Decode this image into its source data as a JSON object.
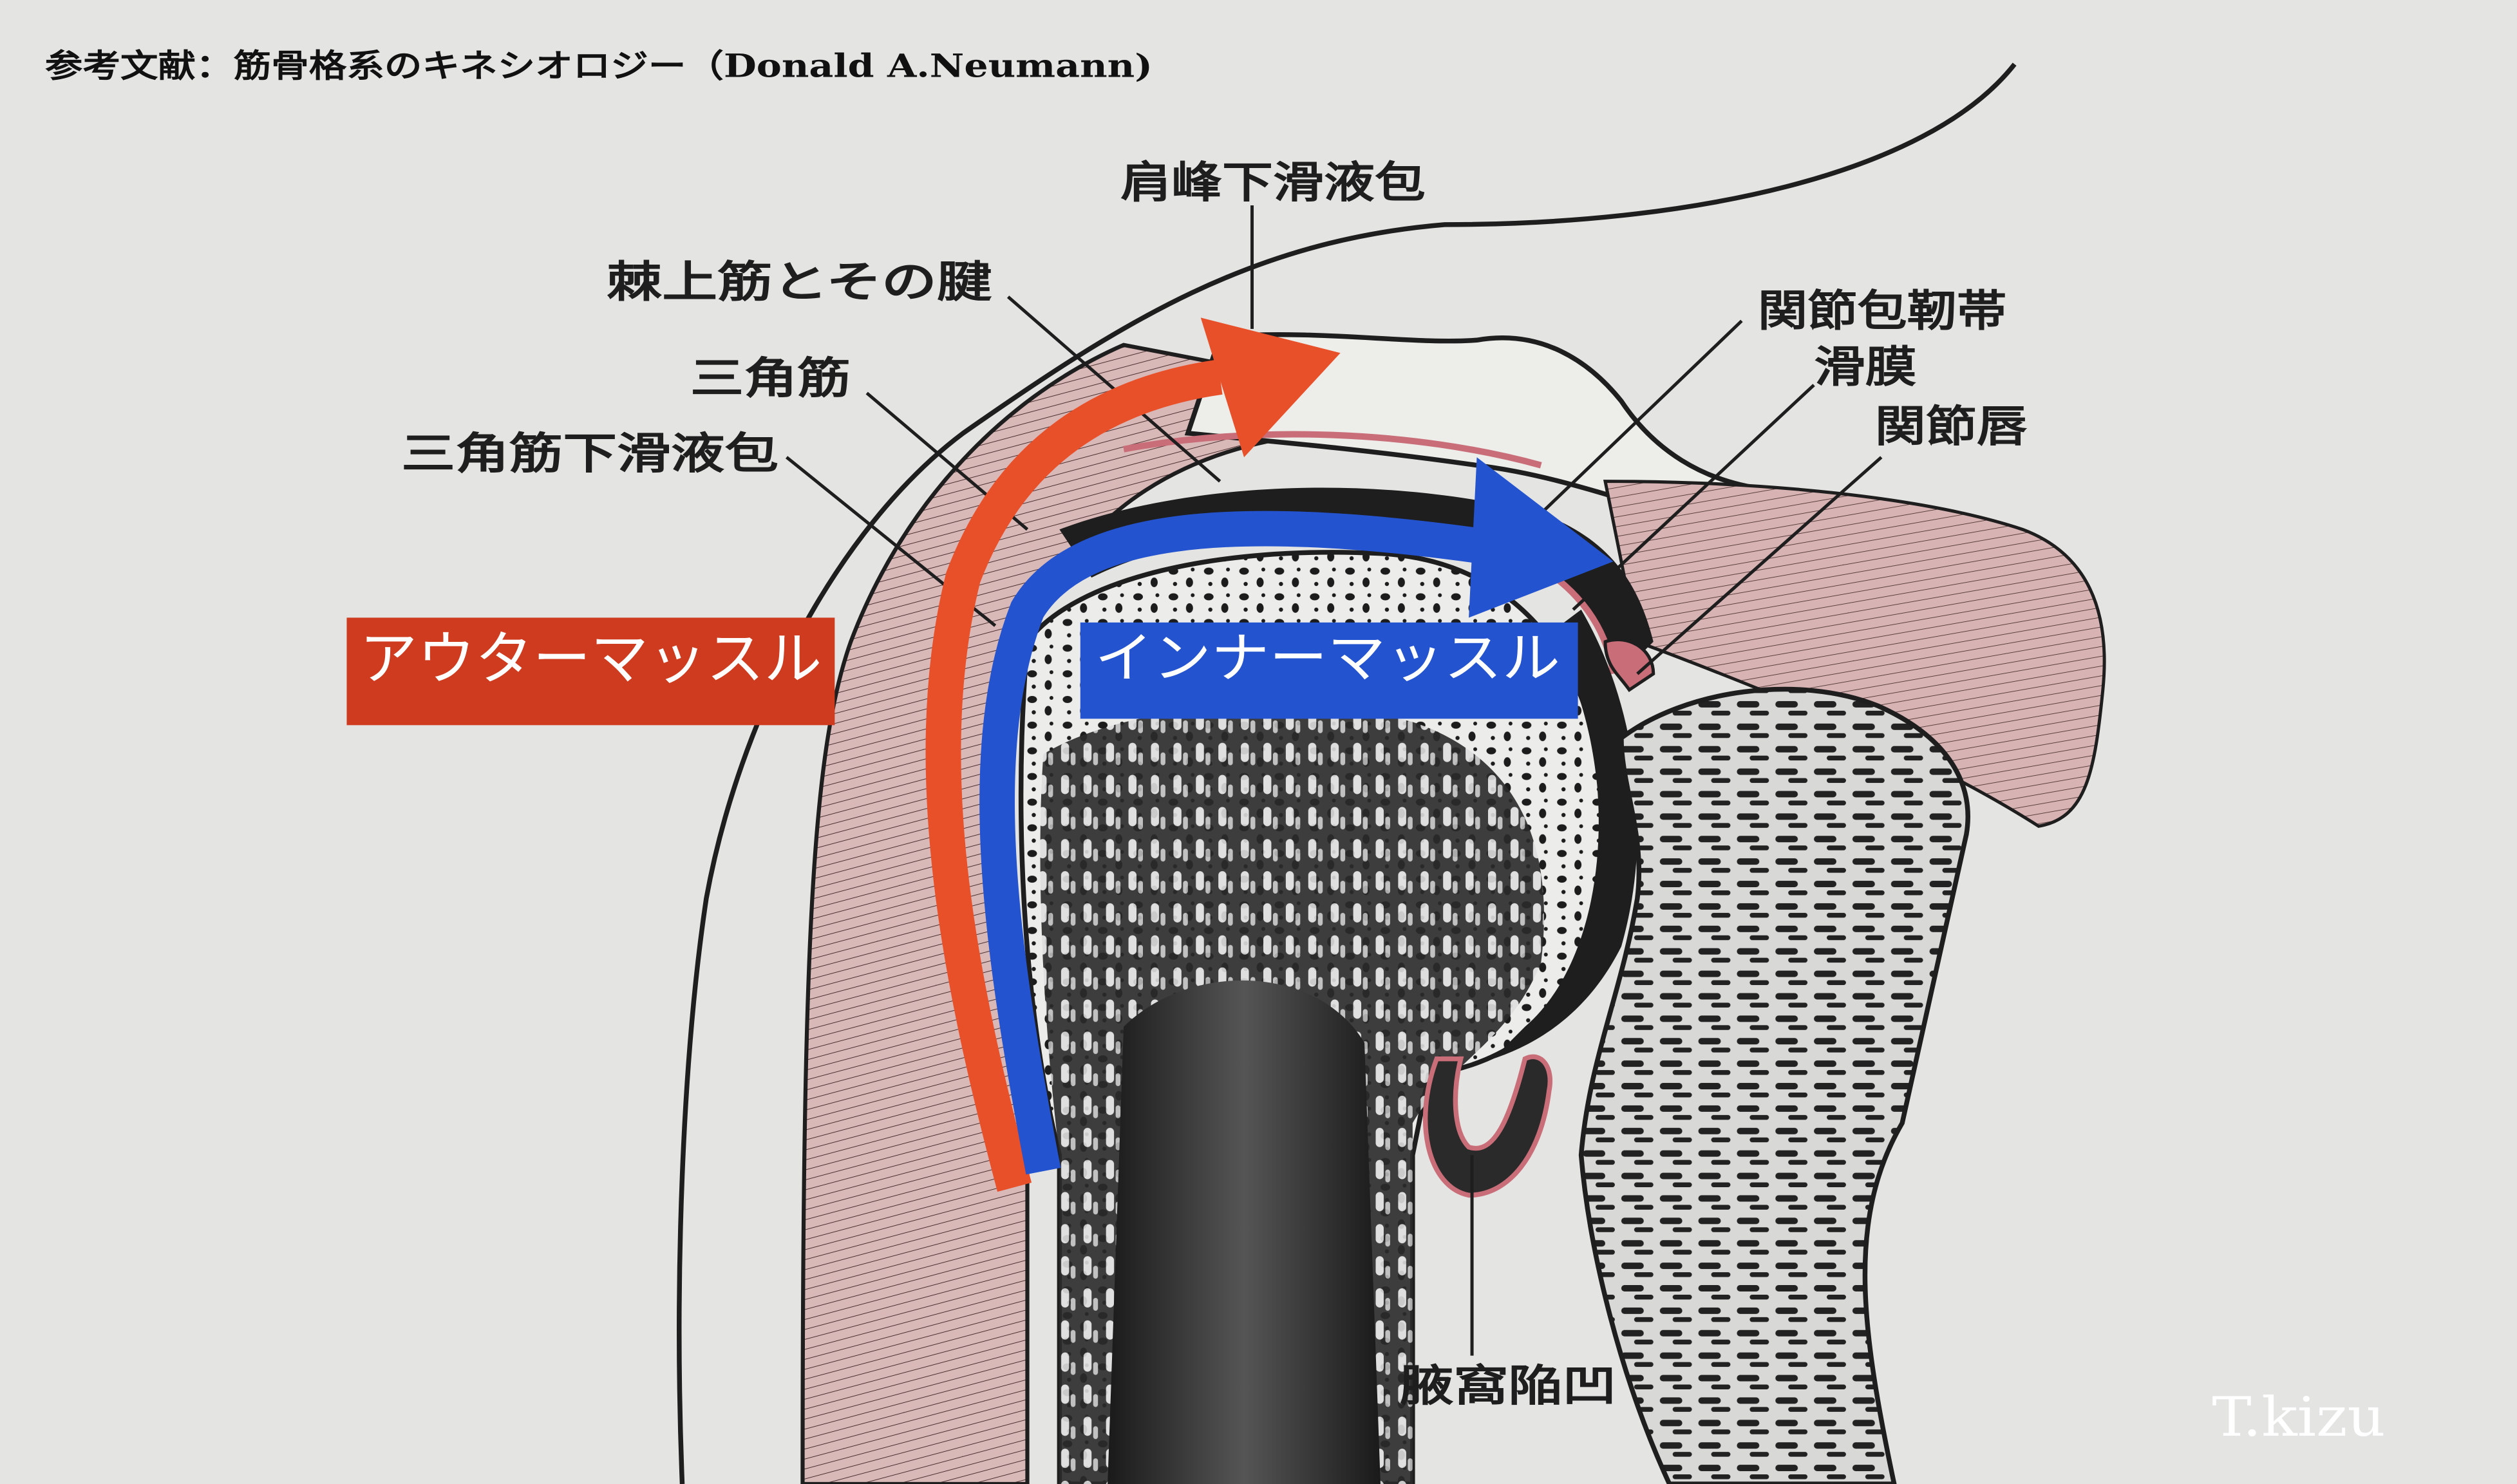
{
  "reference": "参考文献：筋骨格系のキネシオロジー（Donald A.Neumann)",
  "watermark": "T.kizu",
  "labels": {
    "subacromial_bursa": "肩峰下滑液包",
    "supraspinatus": "棘上筋とその腱",
    "deltoid": "三角筋",
    "subdeltoid_bursa": "三角筋下滑液包",
    "capsular_ligament": "関節包靭帯",
    "synovial_membrane": "滑膜",
    "glenoid_labrum": "関節唇",
    "axillary_recess": "腋窩陥凹"
  },
  "annotations": {
    "outer_muscle": {
      "text": "アウターマッスル",
      "color": "#CF3B1F",
      "arrow_color": "#E8502A"
    },
    "inner_muscle": {
      "text": "インナーマッスル",
      "color": "#2353CE",
      "arrow_color": "#2353CE"
    }
  },
  "colors": {
    "paper": "#E4E4E2",
    "muscle_pink": "#D9B8B8",
    "synovium_red": "#C96E78",
    "ink": "#1E1E1E"
  }
}
